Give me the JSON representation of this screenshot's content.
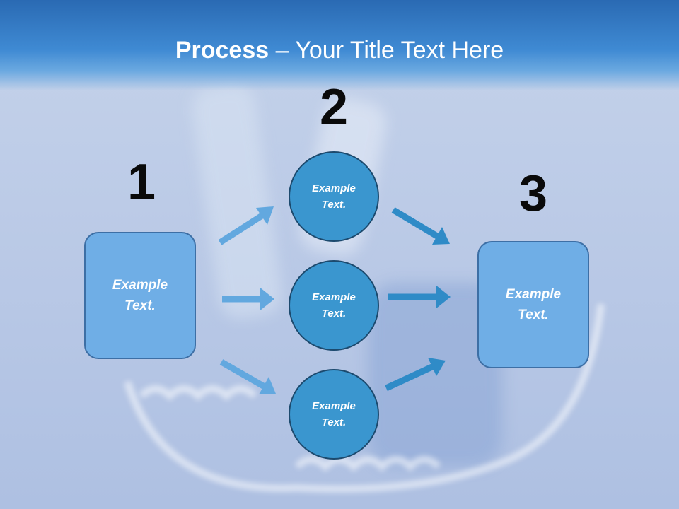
{
  "title": {
    "bold": "Process",
    "rest": " – Your Title Text Here"
  },
  "steps": {
    "one": {
      "number": "1",
      "text": "Example Text."
    },
    "two": {
      "number": "2"
    },
    "three": {
      "number": "3",
      "text": "Example Text."
    }
  },
  "circles": [
    {
      "text": "Example Text."
    },
    {
      "text": "Example Text."
    },
    {
      "text": "Example Text."
    }
  ],
  "colors": {
    "header": "#3f8ad3",
    "box_fill": "#6faee6",
    "circle_fill": "#3a96cf",
    "arrow_light": "#62a8df",
    "arrow_dark": "#2f8bc7"
  },
  "background": {
    "image": "clear-dental-aligner-photo"
  }
}
